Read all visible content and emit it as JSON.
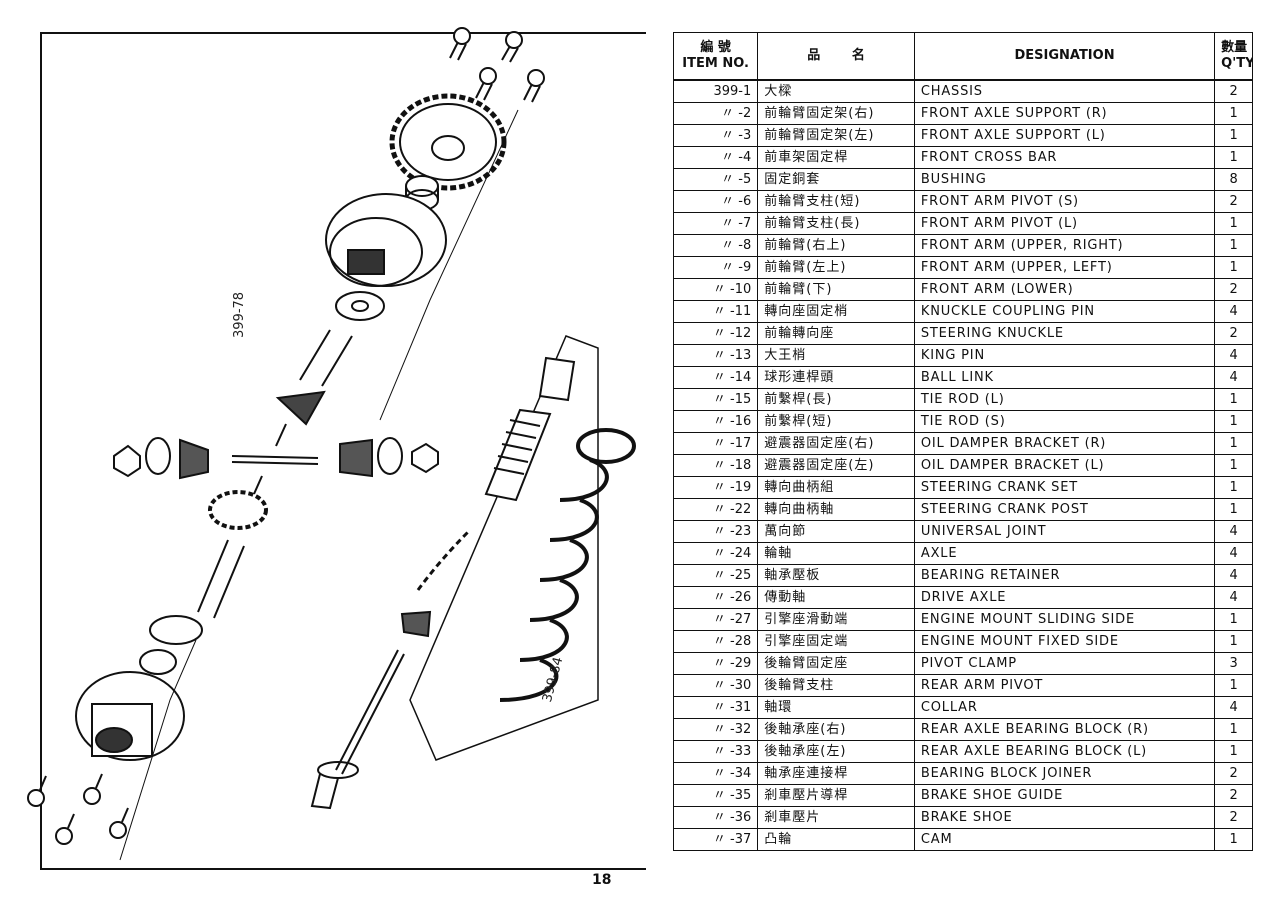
{
  "diagram": {
    "reference_labels": [
      "399-78",
      "399-84"
    ]
  },
  "page_number": "18",
  "table": {
    "headers": {
      "item_cn": "編 號",
      "item_en": "ITEM NO.",
      "name_cn_1": "品",
      "name_cn_2": "名",
      "designation": "DESIGNATION",
      "qty_cn": "數量",
      "qty_en": "Q'TY"
    },
    "rows": [
      {
        "item": "399-1",
        "cn": "大樑",
        "designation": "CHASSIS",
        "qty": "2"
      },
      {
        "item": "〃 -2",
        "cn": "前輪臂固定架(右)",
        "designation": "FRONT AXLE SUPPORT (R)",
        "qty": "1"
      },
      {
        "item": "〃 -3",
        "cn": "前輪臂固定架(左)",
        "designation": "FRONT AXLE SUPPORT (L)",
        "qty": "1"
      },
      {
        "item": "〃 -4",
        "cn": "前車架固定桿",
        "designation": "FRONT CROSS BAR",
        "qty": "1"
      },
      {
        "item": "〃 -5",
        "cn": "固定銅套",
        "designation": "BUSHING",
        "qty": "8"
      },
      {
        "item": "〃 -6",
        "cn": "前輪臂支柱(短)",
        "designation": "FRONT ARM PIVOT (S)",
        "qty": "2"
      },
      {
        "item": "〃 -7",
        "cn": "前輪臂支柱(長)",
        "designation": "FRONT ARM PIVOT (L)",
        "qty": "1"
      },
      {
        "item": "〃 -8",
        "cn": "前輪臂(右上)",
        "designation": "FRONT ARM (UPPER, RIGHT)",
        "qty": "1"
      },
      {
        "item": "〃 -9",
        "cn": "前輪臂(左上)",
        "designation": "FRONT ARM (UPPER, LEFT)",
        "qty": "1"
      },
      {
        "item": "〃 -10",
        "cn": "前輪臂(下)",
        "designation": "FRONT ARM (LOWER)",
        "qty": "2"
      },
      {
        "item": "〃 -11",
        "cn": "轉向座固定梢",
        "designation": "KNUCKLE COUPLING PIN",
        "qty": "4"
      },
      {
        "item": "〃 -12",
        "cn": "前輪轉向座",
        "designation": "STEERING KNUCKLE",
        "qty": "2"
      },
      {
        "item": "〃 -13",
        "cn": "大王梢",
        "designation": "KING PIN",
        "qty": "4"
      },
      {
        "item": "〃 -14",
        "cn": "球形連桿頭",
        "designation": "BALL LINK",
        "qty": "4"
      },
      {
        "item": "〃 -15",
        "cn": "前繫桿(長)",
        "designation": "TIE ROD (L)",
        "qty": "1"
      },
      {
        "item": "〃 -16",
        "cn": "前繫桿(短)",
        "designation": "TIE ROD (S)",
        "qty": "1"
      },
      {
        "item": "〃 -17",
        "cn": "避震器固定座(右)",
        "designation": "OIL DAMPER BRACKET (R)",
        "qty": "1"
      },
      {
        "item": "〃 -18",
        "cn": "避震器固定座(左)",
        "designation": "OIL DAMPER BRACKET (L)",
        "qty": "1"
      },
      {
        "item": "〃 -19",
        "cn": "轉向曲柄組",
        "designation": "STEERING CRANK SET",
        "qty": "1"
      },
      {
        "item": "〃 -22",
        "cn": "轉向曲柄軸",
        "designation": "STEERING CRANK POST",
        "qty": "1"
      },
      {
        "item": "〃 -23",
        "cn": "萬向節",
        "designation": "UNIVERSAL JOINT",
        "qty": "4"
      },
      {
        "item": "〃 -24",
        "cn": "輪軸",
        "designation": "AXLE",
        "qty": "4"
      },
      {
        "item": "〃 -25",
        "cn": "軸承壓板",
        "designation": "BEARING RETAINER",
        "qty": "4"
      },
      {
        "item": "〃 -26",
        "cn": "傳動軸",
        "designation": "DRIVE AXLE",
        "qty": "4"
      },
      {
        "item": "〃 -27",
        "cn": "引擎座滑動端",
        "designation": "ENGINE MOUNT SLIDING SIDE",
        "qty": "1"
      },
      {
        "item": "〃 -28",
        "cn": "引擎座固定端",
        "designation": "ENGINE MOUNT FIXED SIDE",
        "qty": "1"
      },
      {
        "item": "〃 -29",
        "cn": "後輪臂固定座",
        "designation": "PIVOT CLAMP",
        "qty": "3"
      },
      {
        "item": "〃 -30",
        "cn": "後輪臂支柱",
        "designation": "REAR ARM PIVOT",
        "qty": "1"
      },
      {
        "item": "〃 -31",
        "cn": "軸環",
        "designation": "COLLAR",
        "qty": "4"
      },
      {
        "item": "〃 -32",
        "cn": "後軸承座(右)",
        "designation": "REAR AXLE BEARING BLOCK (R)",
        "qty": "1"
      },
      {
        "item": "〃 -33",
        "cn": "後軸承座(左)",
        "designation": "REAR AXLE BEARING BLOCK (L)",
        "qty": "1"
      },
      {
        "item": "〃 -34",
        "cn": "軸承座連接桿",
        "designation": "BEARING BLOCK JOINER",
        "qty": "2"
      },
      {
        "item": "〃 -35",
        "cn": "剎車壓片導桿",
        "designation": "BRAKE SHOE GUIDE",
        "qty": "2"
      },
      {
        "item": "〃 -36",
        "cn": "剎車壓片",
        "designation": "BRAKE SHOE",
        "qty": "2"
      },
      {
        "item": "〃 -37",
        "cn": "凸輪",
        "designation": "CAM",
        "qty": "1"
      }
    ]
  }
}
